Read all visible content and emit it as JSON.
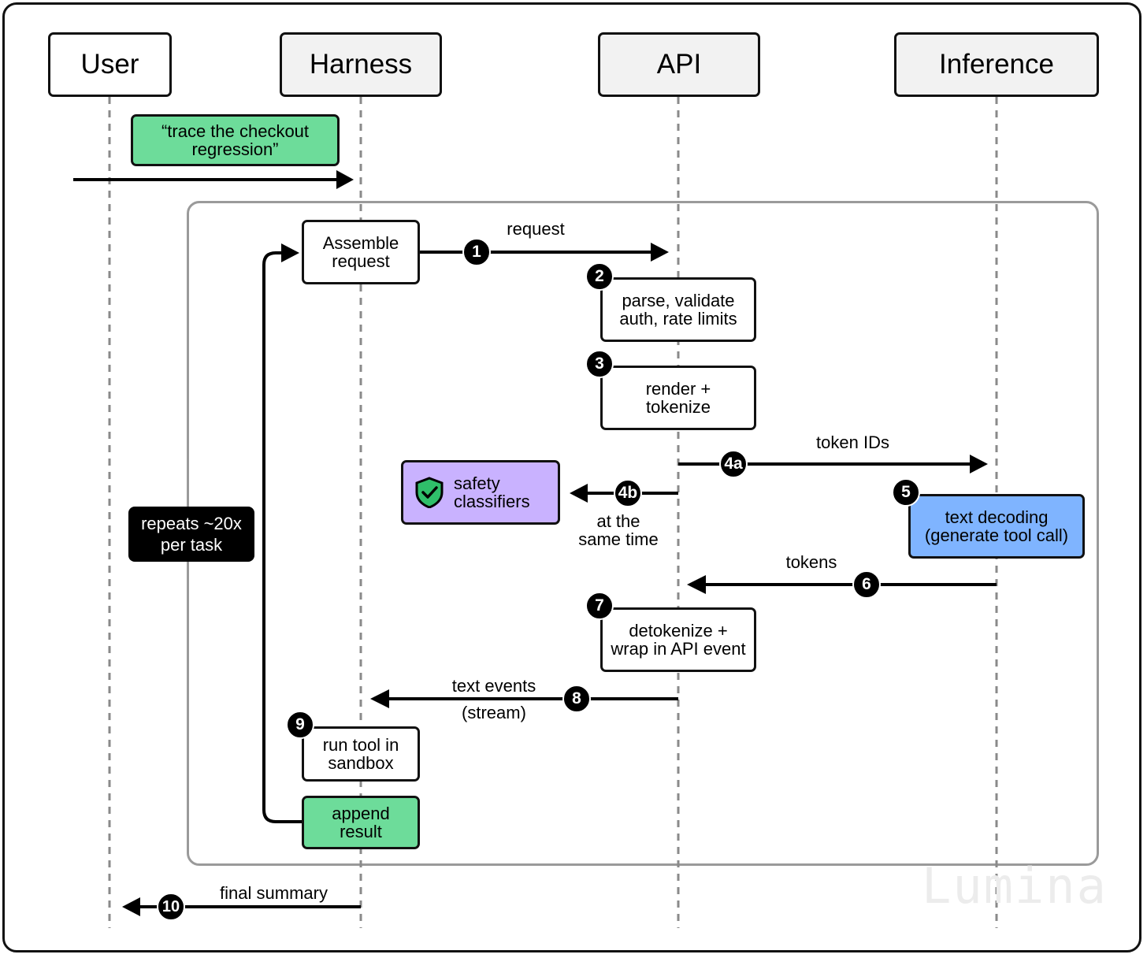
{
  "actors": {
    "user": "User",
    "harness": "Harness",
    "api": "API",
    "inference": "Inference"
  },
  "user_prompt": "“trace the checkout\nregression”",
  "repeats_note": "repeats ~20x\nper task",
  "steps": {
    "assemble": "Assemble\nrequest",
    "parse": "parse, validate\nauth, rate limits",
    "render": "render +\ntokenize",
    "safety": "safety\nclassifiers",
    "decode": "text decoding\n(generate tool call)",
    "detokenize": "detokenize +\nwrap in API event",
    "run_tool": "run tool in\nsandbox",
    "append": "append\nresult"
  },
  "badges": {
    "b1": "1",
    "b2": "2",
    "b3": "3",
    "b4a": "4a",
    "b4b": "4b",
    "b5": "5",
    "b6": "6",
    "b7": "7",
    "b8": "8",
    "b9": "9",
    "b10": "10"
  },
  "labels": {
    "request": "request",
    "token_ids": "token IDs",
    "same_time": "at the\nsame time",
    "tokens": "tokens",
    "text_events": "text events",
    "stream": "(stream)",
    "final_summary": "final summary"
  },
  "watermark": "Lumina",
  "colors": {
    "green": "#6ddc9a",
    "blue": "#7fb4ff",
    "purple": "#c9b2ff",
    "shield_green": "#2fbf6a"
  },
  "icons": {
    "shield": "shield-check-icon"
  }
}
